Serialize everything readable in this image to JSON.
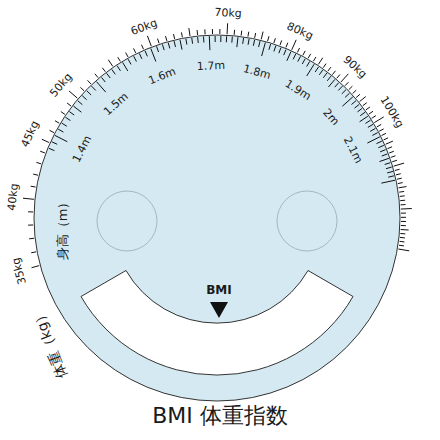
{
  "diagram": {
    "title": "BMI 体重指数",
    "labels": [
      "35kg",
      "40kg",
      "45kg",
      "50kg",
      "60kg",
      "70kg",
      "80kg",
      "90kg",
      "100kg",
      "1.4m",
      "1.5m",
      "1.6m",
      "1.7m",
      "1.8m",
      "1.9m",
      "2m",
      "2.1m",
      "身高（m）",
      "体重（kg）",
      "BMI"
    ]
  }
}
